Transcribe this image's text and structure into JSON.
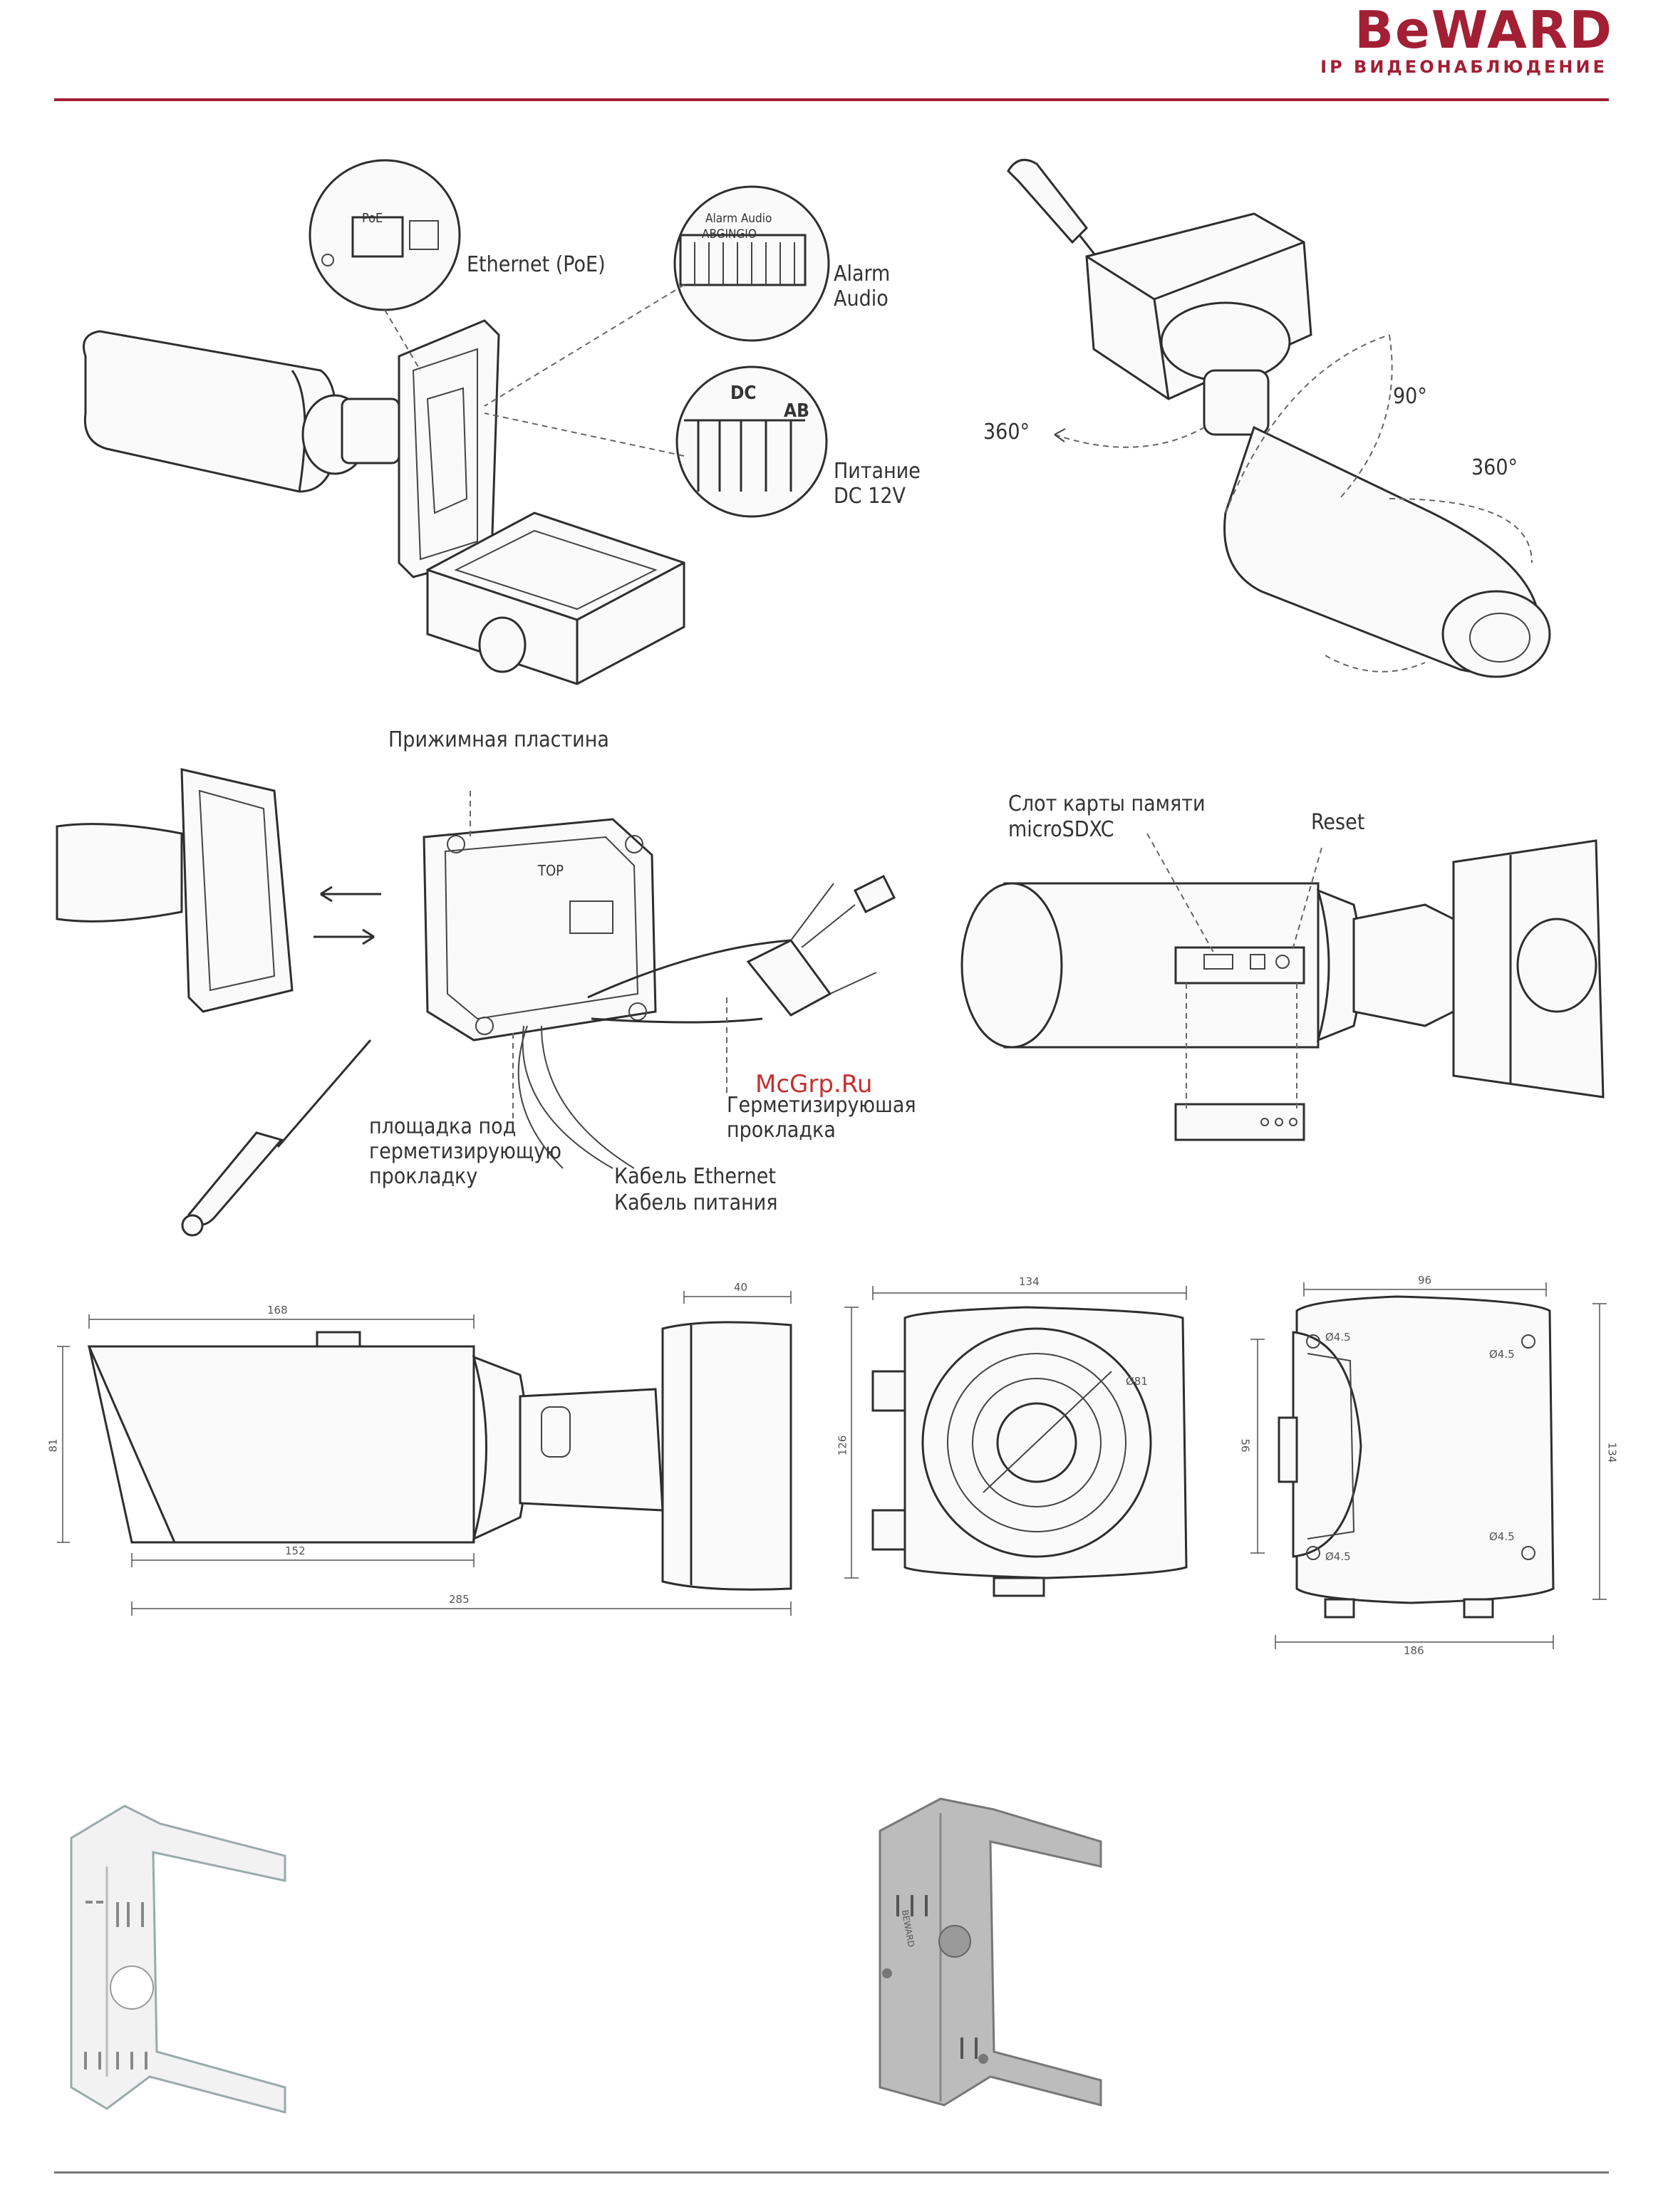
{
  "header": {
    "brand": "BeWARD",
    "tagline": "IP ВИДЕОНАБЛЮДЕНИЕ"
  },
  "figure_connectors": {
    "ethernet_label": "Ethernet (PoE)",
    "alarm_label": "Alarm",
    "audio_label": "Audio",
    "power_label_1": "Питание",
    "power_label_2": "DC 12V",
    "poe_tag": "PoE",
    "dc_tag": "DC",
    "ab_tag": "AB",
    "terminal_header": "Alarm Audio",
    "terminal_pins": "ABGINGIO"
  },
  "figure_rotation": {
    "angle_pan": "360°",
    "angle_tilt": "90°",
    "angle_rotate": "360°"
  },
  "figure_cabling": {
    "pressure_plate": "Прижимная пластина",
    "seal_pad_1": "площадка под",
    "seal_pad_2": "герметизирующую",
    "seal_pad_3": "прокладку",
    "gasket_1": "Герметизируюшая",
    "gasket_2": "прокладка",
    "ethernet_cable": "Кабель Ethernet",
    "power_cable": "Кабель питания",
    "box_marking": "TOP"
  },
  "figure_slot": {
    "slot_1": "Слот карты памяти",
    "slot_2": "microSDXC",
    "reset": "Reset"
  },
  "dimensions": {
    "side_top": "168",
    "side_mount": "40",
    "side_height": "81",
    "side_inner": "152",
    "side_total": "285",
    "front_width": "134",
    "front_height": "126",
    "front_lens": "Ø81",
    "rear_top": "96",
    "rear_left": "56",
    "rear_right": "134",
    "rear_bottom": "186",
    "hole": "Ø4.5"
  },
  "watermark": "McGrp.Ru",
  "bracket_marking": "BEWARD",
  "colors": {
    "brand": "#a31f34",
    "rule": "#777777",
    "watermark": "#c53030"
  }
}
